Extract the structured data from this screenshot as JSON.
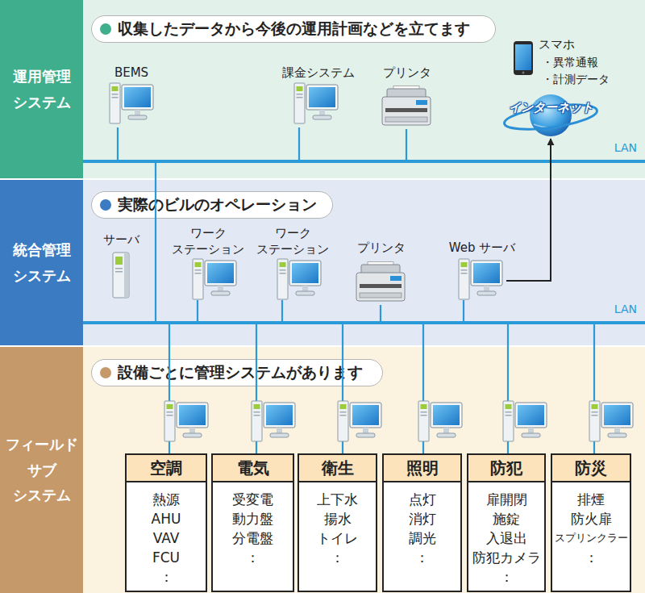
{
  "diagram": {
    "nodes": [
      {
        "text": [
          "運用管理 システム"
        ]
      },
      {
        "text": [
          "収集したデータから今後の運用計画などを立てます"
        ],
        "in": 0
      },
      {
        "text": [
          "BEMS"
        ],
        "in": 0
      },
      {
        "text": [
          "課金システム"
        ],
        "in": 0
      },
      {
        "text": [
          "プリンタ"
        ],
        "in": 0
      },
      {
        "text": [
          "スマホ",
          "・異常通報",
          "・計測データ"
        ],
        "in": 0
      },
      {
        "text": [
          "インターネット"
        ],
        "in": 0
      },
      {
        "text": [
          "LAN"
        ],
        "in": 0
      },
      {
        "text": [
          "統合管理 システム"
        ]
      },
      {
        "text": [
          "実際のビルのオペレーション"
        ],
        "in": 8
      },
      {
        "text": [
          "サーバ"
        ],
        "in": 8
      },
      {
        "text": [
          "ワーク ステーション"
        ],
        "in": 8
      },
      {
        "text": [
          "ワーク ステーション"
        ],
        "in": 8
      },
      {
        "text": [
          "プリンタ"
        ],
        "in": 8
      },
      {
        "text": [
          "Web サーバ"
        ],
        "in": 8
      },
      {
        "text": [
          "LAN"
        ],
        "in": 8
      },
      {
        "text": [
          "フィールド サブ システム"
        ]
      },
      {
        "text": [
          "設備ごとに管理システムがあります"
        ],
        "in": 16
      },
      {
        "text": [
          "空調",
          "熱源",
          "AHU",
          "VAV",
          "FCU",
          "："
        ],
        "in": 16
      },
      {
        "text": [
          "電気",
          "受変電",
          "動力盤",
          "分電盤",
          "："
        ],
        "in": 16
      },
      {
        "text": [
          "衛生",
          "上下水",
          "揚水",
          "トイレ",
          "："
        ],
        "in": 16
      },
      {
        "text": [
          "照明",
          "点灯",
          "消灯",
          "調光",
          "："
        ],
        "in": 16
      },
      {
        "text": [
          "防犯",
          "扉開閉",
          "施錠",
          "入退出",
          "防犯カメラ",
          "："
        ],
        "in": 16
      },
      {
        "text": [
          "防災",
          "排煙",
          "防火扉",
          "スプリンクラー",
          "："
        ],
        "in": 16
      }
    ],
    "edges": [
      {
        "from": 2,
        "to": 7,
        "arrow": "none"
      },
      {
        "from": 3,
        "to": 7,
        "arrow": "none"
      },
      {
        "from": 4,
        "to": 7,
        "arrow": "none"
      },
      {
        "from": 7,
        "to": 15,
        "arrow": "none"
      },
      {
        "from": 11,
        "to": 15,
        "arrow": "none"
      },
      {
        "from": 12,
        "to": 15,
        "arrow": "none"
      },
      {
        "from": 13,
        "to": 15,
        "arrow": "none"
      },
      {
        "from": 14,
        "to": 15,
        "arrow": "none"
      },
      {
        "from": 14,
        "to": 6,
        "arrow": "to"
      },
      {
        "from": 15,
        "to": 18,
        "arrow": "none"
      },
      {
        "from": 15,
        "to": 19,
        "arrow": "none"
      },
      {
        "from": 15,
        "to": 20,
        "arrow": "none"
      },
      {
        "from": 15,
        "to": 21,
        "arrow": "none"
      },
      {
        "from": 15,
        "to": 22,
        "arrow": "none"
      },
      {
        "from": 15,
        "to": 23,
        "arrow": "none"
      }
    ]
  }
}
